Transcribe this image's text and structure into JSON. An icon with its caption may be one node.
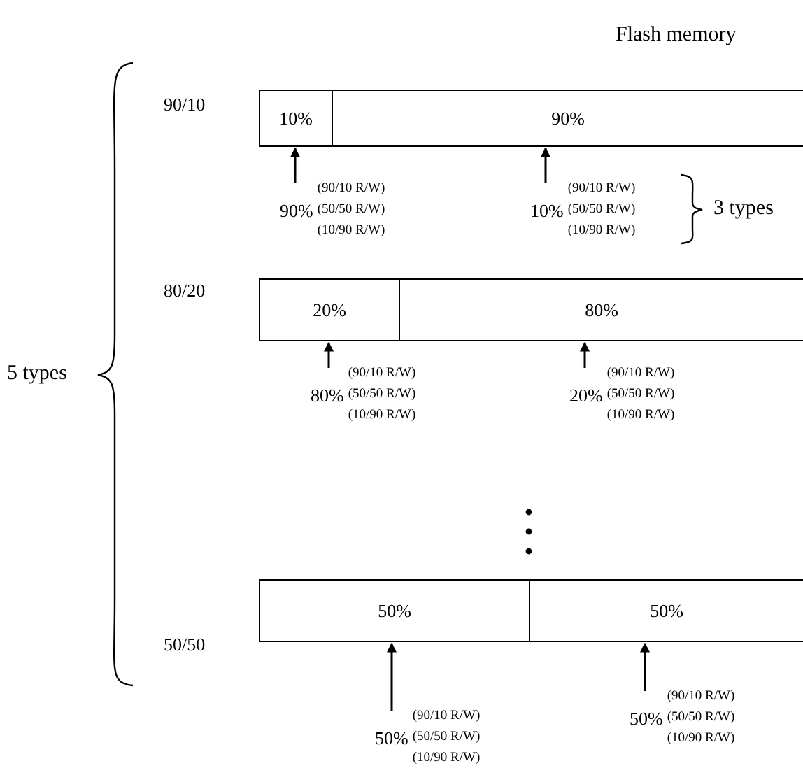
{
  "diagram": {
    "nodes": [
      {
        "text": [
          "10%"
        ]
      },
      {
        "text": [
          "90%"
        ]
      },
      {
        "text": [
          "90%",
          "(90/10 R/W) (50/50 R/W) (10/90 R/W)"
        ]
      },
      {
        "text": [
          "10%",
          "(90/10 R/W) (50/50 R/W) (10/90 R/W)"
        ]
      },
      {
        "text": [
          "20%"
        ]
      },
      {
        "text": [
          "80%"
        ]
      },
      {
        "text": [
          "80%",
          "(90/10 R/W) (50/50 R/W) (10/90 R/W)"
        ]
      },
      {
        "text": [
          "20%",
          "(90/10 R/W) (50/50 R/W) (10/90 R/W)"
        ]
      },
      {
        "text": [
          "50%"
        ]
      },
      {
        "text": [
          "50%"
        ]
      },
      {
        "text": [
          "50%",
          "(90/10 R/W) (50/50 R/W) (10/90 R/W)"
        ]
      },
      {
        "text": [
          "50%",
          "(90/10 R/W) (50/50 R/W) (10/90 R/W)"
        ]
      }
    ],
    "edges": [
      {
        "from": 2,
        "to": 0,
        "arrow": "to"
      },
      {
        "from": 3,
        "to": 1,
        "arrow": "to"
      },
      {
        "from": 6,
        "to": 4,
        "arrow": "to"
      },
      {
        "from": 7,
        "to": 5,
        "arrow": "to"
      },
      {
        "from": 10,
        "to": 8,
        "arrow": "to"
      },
      {
        "from": 11,
        "to": 9,
        "arrow": "to"
      }
    ],
    "labels": [
      "Flash memory",
      "90/10",
      "3 types",
      "5 types",
      "80/20",
      "50/50"
    ]
  }
}
